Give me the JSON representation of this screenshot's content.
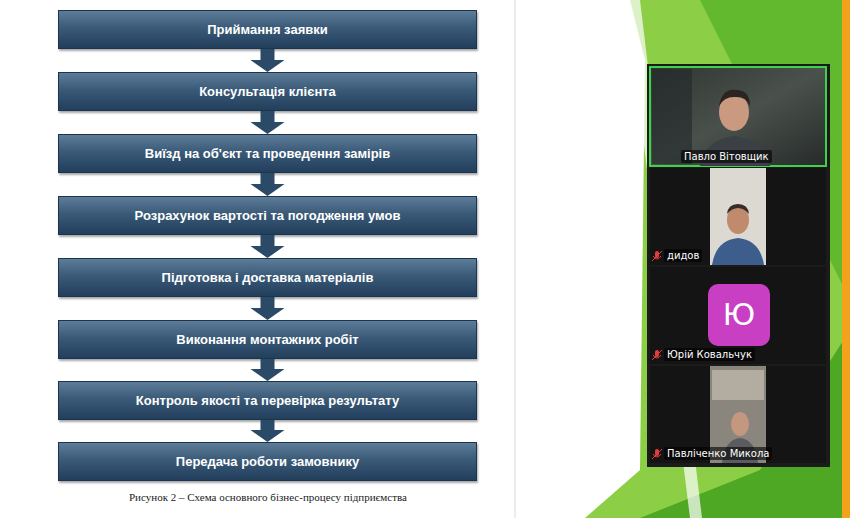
{
  "diagram": {
    "caption": "Рисунок 2 – Схема основного бізнес-процесу підприємства",
    "nodes": [
      {
        "text": [
          "Приймання заявки"
        ]
      },
      {
        "text": [
          "Консультація клієнта"
        ]
      },
      {
        "text": [
          "Виїзд на об'єкт та проведення замірів"
        ]
      },
      {
        "text": [
          "Розрахунок вартості та погодження умов"
        ]
      },
      {
        "text": [
          "Підготовка і доставка матеріалів"
        ]
      },
      {
        "text": [
          "Виконання монтажних робіт"
        ]
      },
      {
        "text": [
          "Контроль якості та перевірка результату"
        ]
      },
      {
        "text": [
          "Передача роботи замовнику"
        ]
      }
    ],
    "edges": [
      {
        "from": 0,
        "to": 1,
        "arrow": "to"
      },
      {
        "from": 1,
        "to": 2,
        "arrow": "to"
      },
      {
        "from": 2,
        "to": 3,
        "arrow": "to"
      },
      {
        "from": 3,
        "to": 4,
        "arrow": "to"
      },
      {
        "from": 4,
        "to": 5,
        "arrow": "to"
      },
      {
        "from": 5,
        "to": 6,
        "arrow": "to"
      },
      {
        "from": 6,
        "to": 7,
        "arrow": "to"
      }
    ],
    "labels": [
      "Павло Вітовщик",
      "дидов",
      "Ю",
      "Юрій Ковальчук",
      "Павліченко Микола"
    ]
  }
}
